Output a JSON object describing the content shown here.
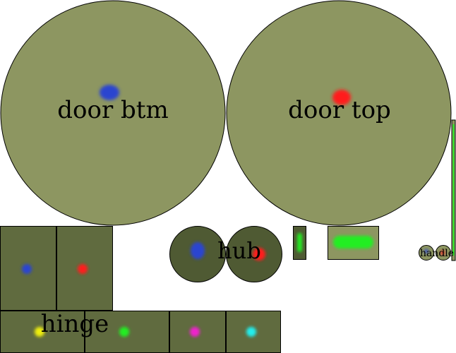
{
  "labels": {
    "door_btm": "door btm",
    "door_top": "door top",
    "hub": "hub",
    "hinge": "hinge",
    "handle": "handle"
  },
  "colors": {
    "olive": "#8d9661",
    "olive_dark": "#606b3f",
    "hub_dark": "#4f5a33",
    "blue": "#2a44d0",
    "red": "#ff1a1a",
    "green": "#22ee22",
    "yellow": "#eeee11",
    "magenta": "#ee22cc",
    "cyan": "#22eeee"
  }
}
